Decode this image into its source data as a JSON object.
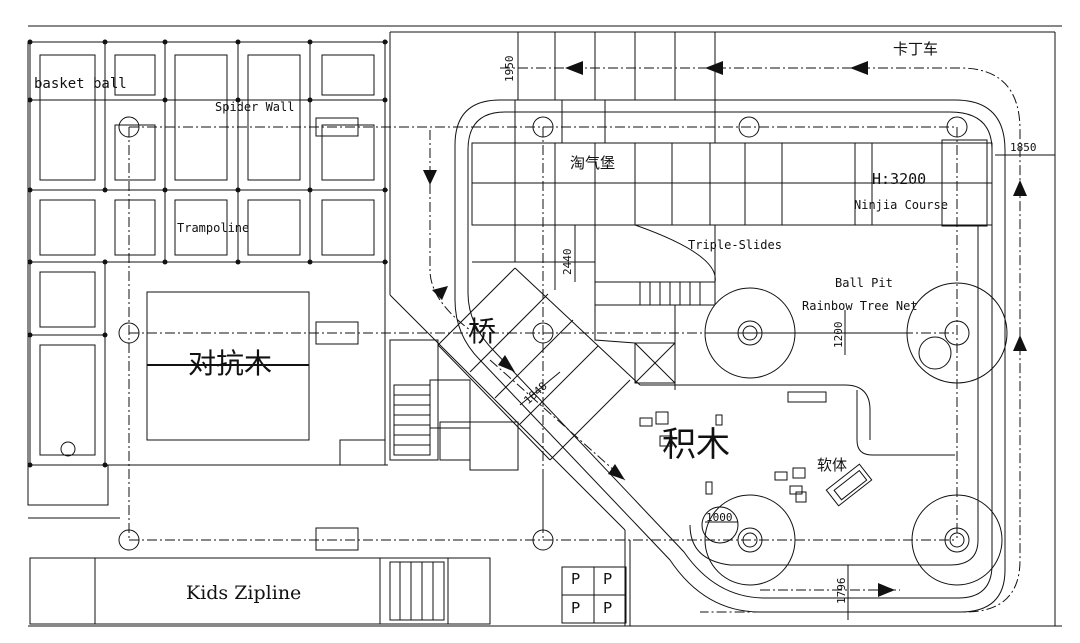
{
  "labels": {
    "basketball": "basket ball",
    "spider_wall": "Spider Wall",
    "trampoline": "Trampoline",
    "duikangmu": "对抗木",
    "kids_zipline": "Kids Zipline",
    "taoqibao": "淘气堡",
    "h3200": "H:3200",
    "ninjia": "Ninjia Course",
    "triple_slides": "Triple-Slides",
    "ball_pit": "Ball Pit",
    "rainbow": "Rainbow Tree Net",
    "qiao": "桥",
    "jimu": "积木",
    "ruanti": "软体",
    "kadingche": "卡丁车"
  },
  "dimensions": {
    "d1950": "1950",
    "d1850": "1850",
    "d2440": "2440",
    "d1200": "1200",
    "d1848": "1848",
    "d1000": "1000",
    "d1796": "1796"
  },
  "parking": [
    "P",
    "P",
    "P",
    "P"
  ]
}
